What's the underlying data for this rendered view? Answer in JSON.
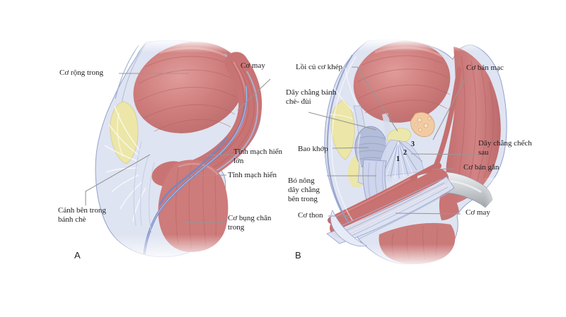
{
  "figure": {
    "panel_a": {
      "letter": "A",
      "labels": {
        "co_rong_trong": "Cơ rộng trong",
        "co_may": "Cơ may",
        "tinh_mach_hien_lon_l1": "Tĩnh mạch hiển",
        "tinh_mach_hien_lon_l2": "lớn",
        "tinh_mach_hien": "Tĩnh mạch hiển",
        "canh_ben_trong_l1": "Cánh bên trong",
        "canh_ben_trong_l2": "bánh chè",
        "co_bung_chan_l1": "Cơ bụng chân",
        "co_bung_chan_l2": "trong"
      }
    },
    "panel_b": {
      "letter": "B",
      "labels": {
        "loi_cu_co_khep": "Lồi củ cơ khép",
        "co_ban_mac": "Cơ bán mạc",
        "day_chang_banh_che_dui_l1": "Dây chằng bánh",
        "day_chang_banh_che_dui_l2": "chè- đùi",
        "bao_khop": "Bao khớp",
        "day_chang_chech_sau_l1": "Dây chằng chếch",
        "day_chang_chech_sau_l2": "sau",
        "co_ban_gan": "Cơ bán gân",
        "bo_nong_l1": "Bó nông",
        "bo_nong_l2": "dây chằng",
        "bo_nong_l3": "bên trong",
        "co_thon": "Cơ thon",
        "co_may": "Cơ may",
        "marker_1": "1",
        "marker_2": "2",
        "marker_3": "3"
      }
    },
    "colors": {
      "muscle_red": "#cd7b7b",
      "muscle_red_dark": "#b05f60",
      "fascia_light": "#dfe4f2",
      "fascia_edge": "#93a2cc",
      "capsule_gray_blue": "#b3bcd8",
      "patella_yellow": "#ece6a8",
      "vein_blue": "#7586c2",
      "fat_pad_tan": "#f2cba2",
      "retractor_gray": "#c3c7cc",
      "leader_gray": "#979797",
      "label_text": "#1d1d22",
      "background": "#ffffff"
    }
  }
}
